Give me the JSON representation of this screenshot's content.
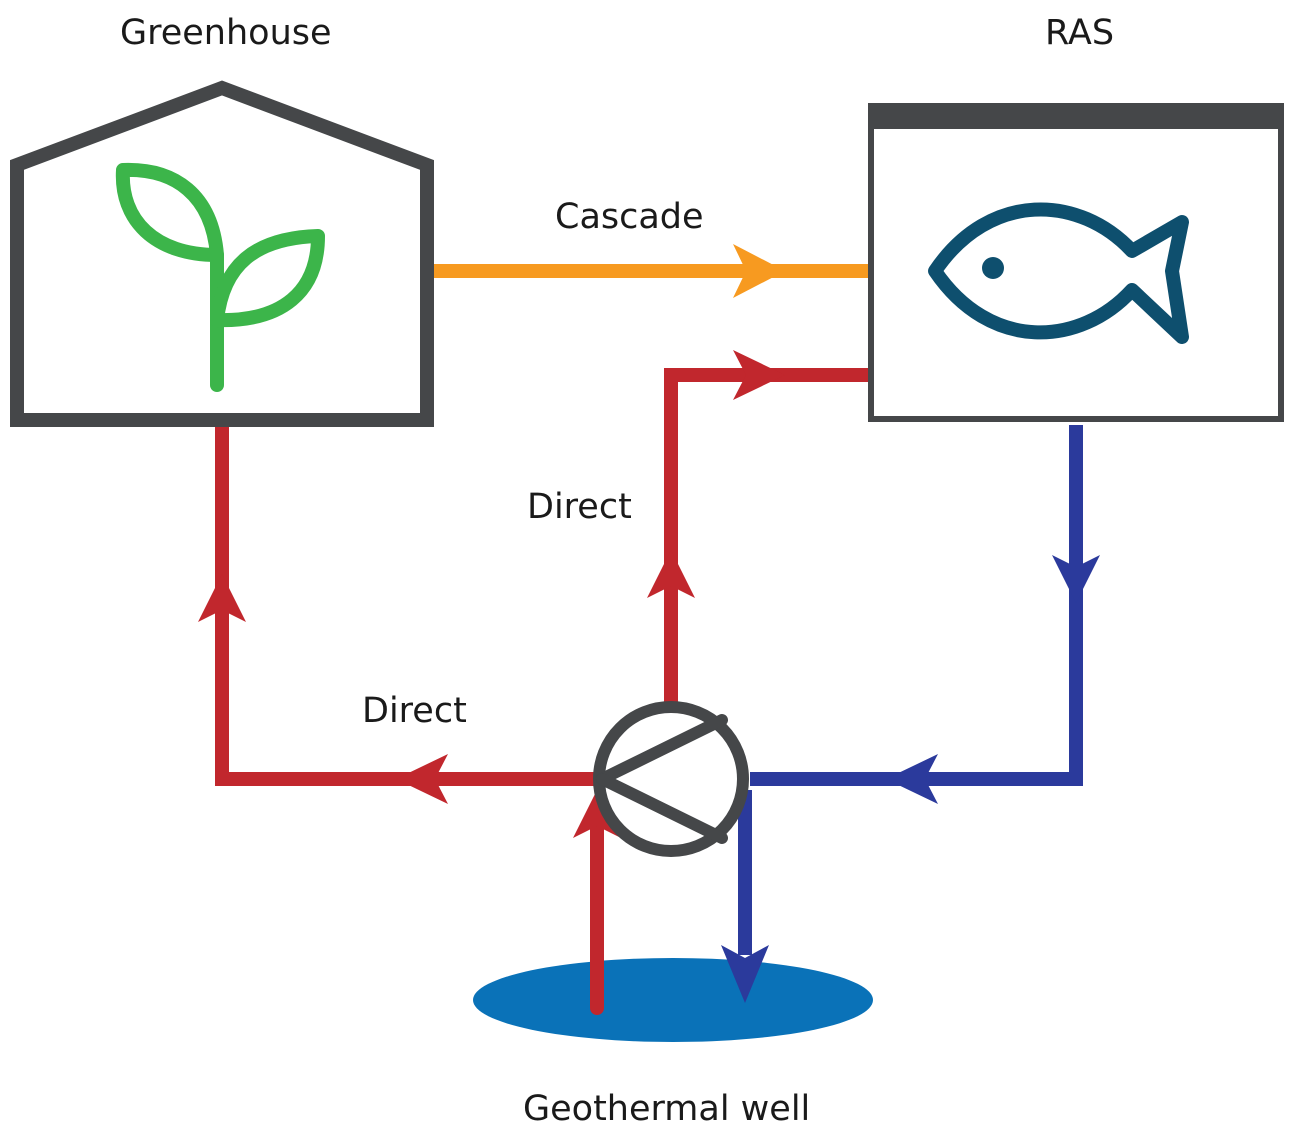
{
  "labels": {
    "greenhouse": "Greenhouse",
    "ras": "RAS",
    "cascade": "Cascade",
    "direct_upper": "Direct",
    "direct_lower": "Direct",
    "geothermal_well": "Geothermal well"
  },
  "colors": {
    "outline": "#454749",
    "plant": "#3cb54a",
    "fish": "#0e4f6e",
    "cascade_flow": "#f79a20",
    "hot_flow": "#c1272d",
    "return_flow": "#2b3a9c",
    "well": "#0a72b8"
  },
  "icons": {
    "greenhouse": "plant-icon",
    "ras": "fish-icon",
    "pump": "heat-pump-icon"
  }
}
